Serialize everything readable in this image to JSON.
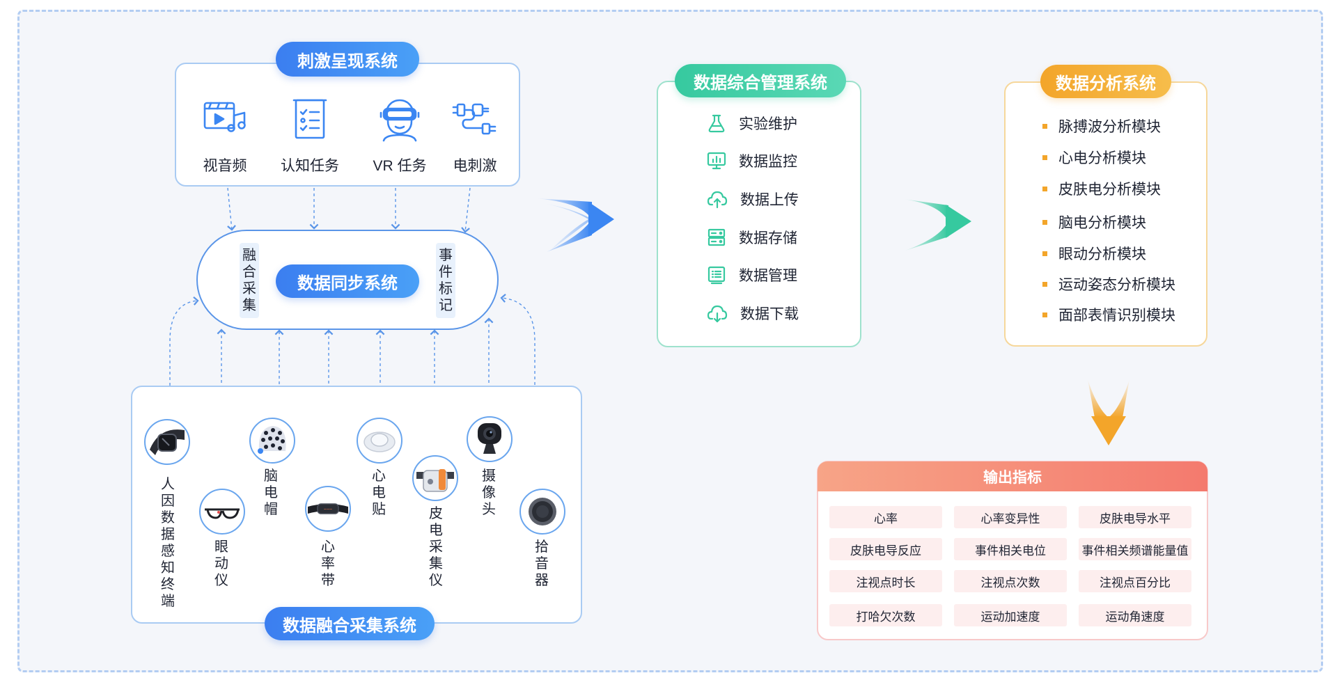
{
  "stimulus": {
    "title": "刺激呈现系统",
    "items": [
      {
        "label": "视音频",
        "icon": "video-music-icon"
      },
      {
        "label": "认知任务",
        "icon": "task-checklist-icon"
      },
      {
        "label": "VR 任务",
        "icon": "vr-headset-icon"
      },
      {
        "label": "电刺激",
        "icon": "electric-plug-icon"
      }
    ]
  },
  "sync": {
    "title": "数据同步系统",
    "left_tag": "融合采集",
    "right_tag": "事件标记"
  },
  "collection": {
    "title": "数据融合采集系统",
    "devices": [
      {
        "label": "人因数据感知终端",
        "icon": "wristband-device-icon"
      },
      {
        "label": "眼动仪",
        "icon": "eye-tracker-glasses-icon"
      },
      {
        "label": "脑电帽",
        "icon": "eeg-cap-icon"
      },
      {
        "label": "心率带",
        "icon": "heart-rate-strap-icon"
      },
      {
        "label": "心电贴",
        "icon": "ecg-patch-icon"
      },
      {
        "label": "皮电采集仪",
        "icon": "gsr-device-icon"
      },
      {
        "label": "摄像头",
        "icon": "webcam-icon"
      },
      {
        "label": "拾音器",
        "icon": "microphone-pickup-icon"
      }
    ]
  },
  "management": {
    "title": "数据综合管理系统",
    "items": [
      {
        "label": "实验维护",
        "icon": "flask-icon"
      },
      {
        "label": "数据监控",
        "icon": "monitor-chart-icon"
      },
      {
        "label": "数据上传",
        "icon": "cloud-upload-icon"
      },
      {
        "label": "数据存储",
        "icon": "server-storage-icon"
      },
      {
        "label": "数据管理",
        "icon": "list-document-icon"
      },
      {
        "label": "数据下载",
        "icon": "cloud-download-icon"
      }
    ]
  },
  "analysis": {
    "title": "数据分析系统",
    "modules": [
      "脉搏波分析模块",
      "心电分析模块",
      "皮肤电分析模块",
      "脑电分析模块",
      "眼动分析模块",
      "运动姿态分析模块",
      "面部表情识别模块"
    ]
  },
  "output": {
    "title": "输出指标",
    "metrics": [
      [
        "心率",
        "心率变异性",
        "皮肤电导水平"
      ],
      [
        "皮肤电导反应",
        "事件相关电位",
        "事件相关频谱能量值"
      ],
      [
        "注视点时长",
        "注视点次数",
        "注视点百分比"
      ],
      [
        "打哈欠次数",
        "运动加速度",
        "运动角速度"
      ]
    ]
  },
  "colors": {
    "blue": "#3b7ef0",
    "green": "#36c99f",
    "orange": "#f3a52a",
    "red": "#f47a6e"
  }
}
